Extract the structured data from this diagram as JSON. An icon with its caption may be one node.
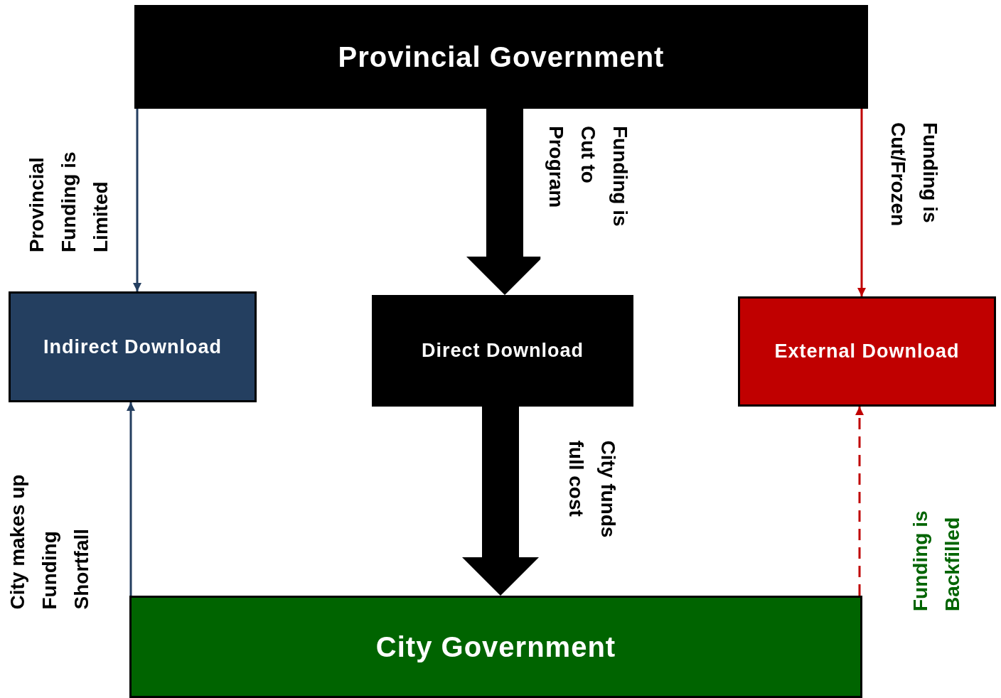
{
  "diagram": {
    "nodes": [
      {
        "text": [
          "Provincial Government"
        ]
      },
      {
        "text": [
          "Indirect Download"
        ]
      },
      {
        "text": [
          "Direct Download"
        ]
      },
      {
        "text": [
          "External Download"
        ]
      },
      {
        "text": [
          "City Government"
        ]
      }
    ],
    "edges": [
      {
        "from": 0,
        "to": 1,
        "arrow": "to",
        "label": "Provincial Funding is Limited",
        "color": "#243f60"
      },
      {
        "from": 0,
        "to": 2,
        "arrow": "to",
        "label": "Funding is Cut to Program",
        "style": "thick",
        "color": "#000000"
      },
      {
        "from": 0,
        "to": 3,
        "arrow": "to",
        "label": "Funding is Cut/Frozen",
        "color": "#c00000"
      },
      {
        "from": 2,
        "to": 4,
        "arrow": "to",
        "label": "City funds full cost",
        "style": "thick",
        "color": "#000000"
      },
      {
        "from": 4,
        "to": 1,
        "arrow": "to",
        "label": "City makes up Funding Shortfall",
        "color": "#243f60"
      },
      {
        "from": 4,
        "to": 3,
        "arrow": "to",
        "label": "Funding is Backfilled",
        "style": "dashed",
        "color": "#c00000"
      }
    ]
  }
}
